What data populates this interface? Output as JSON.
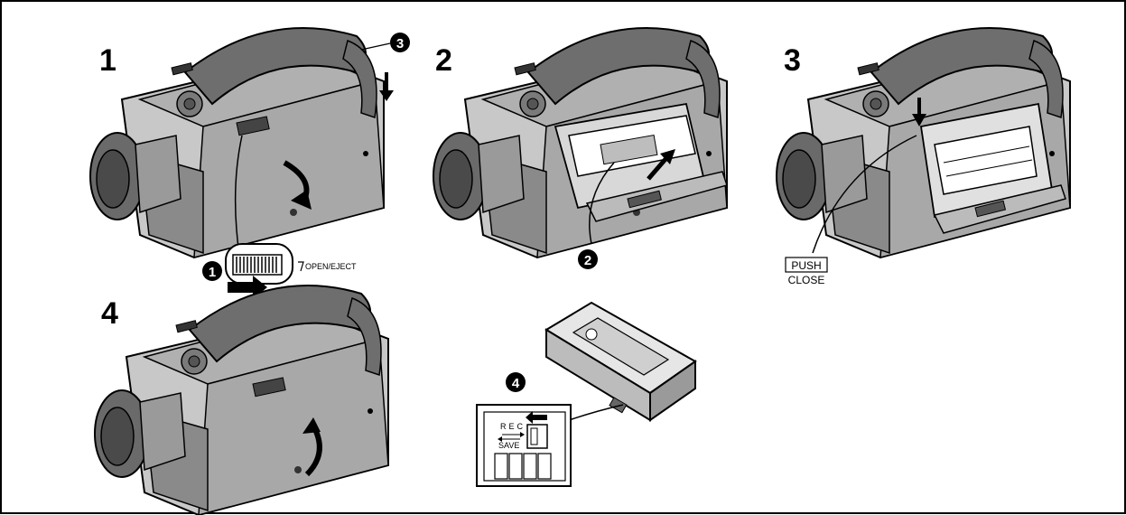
{
  "steps": {
    "s1": "1",
    "s2": "2",
    "s3": "3",
    "s4": "4"
  },
  "callouts": {
    "c1": "1",
    "c2": "2",
    "c3": "3",
    "c4": "4"
  },
  "labels": {
    "open_eject": "OPEN/EJECT",
    "push": "PUSH",
    "close": "CLOSE",
    "rec": "REC",
    "save": "SAVE"
  },
  "colors": {
    "body_light": "#c8c8c8",
    "body_mid": "#9a9a9a",
    "body_dark": "#5a5a5a",
    "outline": "#000000",
    "callout_fill": "#000000"
  }
}
